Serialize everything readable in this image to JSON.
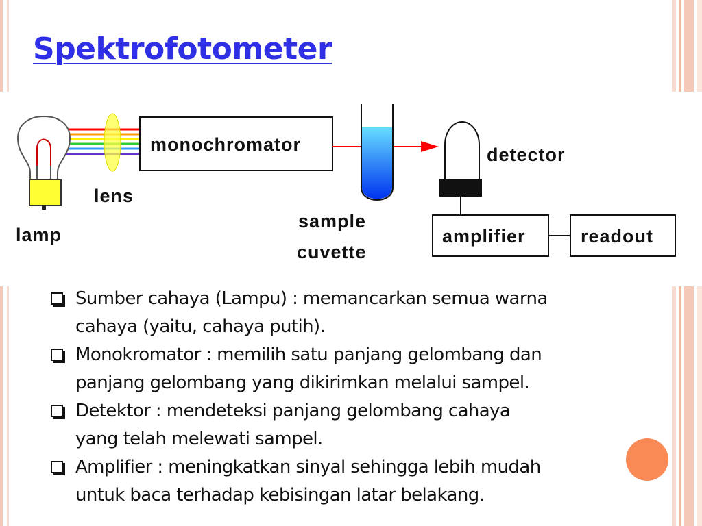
{
  "slide": {
    "title": "Spektrofotometer",
    "accent_color": "#fa8a55",
    "title_color": "#2f2fe6"
  },
  "diagram": {
    "labels": {
      "lamp": "lamp",
      "lens": "lens",
      "monochromator": "monochromator",
      "sample_line1": "sample",
      "sample_line2": "cuvette",
      "detector": "detector",
      "amplifier": "amplifier",
      "readout": "readout"
    },
    "spectrum_colors": [
      "#ff0000",
      "#ff9900",
      "#ffff00",
      "#33cc33",
      "#3399ff",
      "#6633cc"
    ]
  },
  "bullets": [
    {
      "line1": "Sumber cahaya (Lampu) : memancarkan semua warna",
      "line2": "cahaya (yaitu, cahaya putih)."
    },
    {
      "line1": "Monokromator : memilih satu panjang gelombang dan",
      "line2": "panjang gelombang yang dikirimkan melalui sampel."
    },
    {
      "line1": "Detektor : mendeteksi panjang gelombang cahaya",
      "line2": "yang telah melewati sampel."
    },
    {
      "line1": "Amplifier : meningkatkan sinyal sehingga lebih mudah",
      "line2": "untuk baca terhadap kebisingan latar belakang."
    }
  ]
}
